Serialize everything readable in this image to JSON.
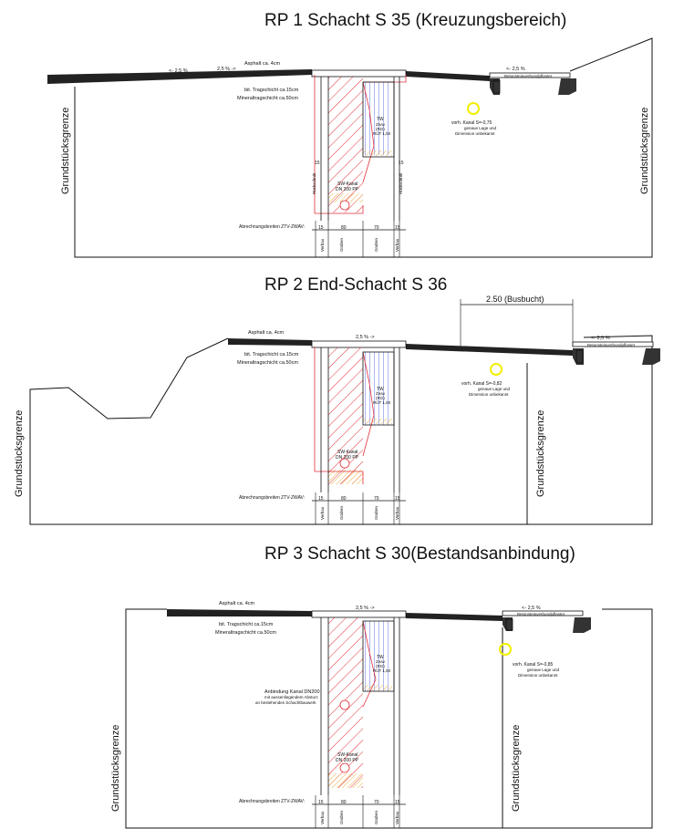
{
  "sections": [
    {
      "title": "RP 1 Schacht  S 35 (Kreuzungsbereich)",
      "asphalt": "Asphalt  ca. 4cm",
      "trag": "bit. Tragschicht  ca.15cm",
      "mineral": "Mineraltragschicht  ca.50cm",
      "slope_left": "<-  2,5 %",
      "slope_mid": "2,5 %  ->",
      "slope_right": "<-  2,5 %",
      "curb": "Betonsteinverbundpflaster",
      "kanal": "vorh. Kanal  S=-0,75",
      "kanal_sub1": "genaue Lage und",
      "kanal_sub2": "Dimension unbekannt",
      "grund_left": "Grundstücksgrenze",
      "grund_right": "Grundstücksgrenze",
      "tw_1": "TW",
      "tw_2": "Zeav",
      "tw_3": "(RG)",
      "tw_4": "RÜT 1,50",
      "sw_1": "SW-Kanal",
      "sw_2": "DN 200 PP",
      "rueck_left": "Rückschnitt",
      "rueck_right": "Rückschnitt",
      "dim_15_left": "15",
      "dim_15_right": "15",
      "abrechnung": "Abrechnungsbreiten  ZTV-ZWAV:",
      "dims": [
        "15",
        "80",
        "70",
        "15"
      ],
      "col_labels": [
        "Verbau",
        "Graben",
        "Graben",
        "Verbau"
      ]
    },
    {
      "title": "RP 2 End-Schacht  S 36",
      "bus": "2.50 (Busbucht)",
      "asphalt": "Asphalt  ca. 4cm",
      "trag": "bit. Tragschicht  ca.15cm",
      "mineral": "Mineraltragschicht  ca.50cm",
      "slope_mid": "2,5 %  ->",
      "slope_right": "<-  2,5 %",
      "curb": "Betonsteinverbundpflaster",
      "kanal": "vorh. Kanal  S=-0,82",
      "kanal_sub1": "genaue Lage und",
      "kanal_sub2": "Dimension unbekannt",
      "grund_left": "Grundstücksgrenze",
      "grund_right": "Grundstücksgrenze",
      "tw_1": "TW",
      "tw_2": "Zeav",
      "tw_3": "(RG)",
      "tw_4": "RÜT 1,50",
      "sw_1": "SW-Kanal",
      "sw_2": "DN 200 PP",
      "abrechnung": "Abrechnungsbreiten  ZTV-ZWAV:",
      "dims": [
        "15",
        "80",
        "70",
        "15"
      ],
      "col_labels": [
        "Verbau",
        "Graben",
        "Graben",
        "Verbau"
      ]
    },
    {
      "title": "RP 3 Schacht  S 30(Bestandsanbindung)",
      "asphalt": "Asphalt  ca. 4cm",
      "trag": "bit. Tragschicht  ca.15cm",
      "mineral": "Mineraltragschicht  ca.50cm",
      "slope_mid": "2,5 %  ->",
      "slope_right": "<-  2,5 %",
      "curb": "Betonsteinverbundpflaster",
      "kanal": "vorh. Kanal  S=-0,85",
      "kanal_sub1": "genaue Lage und",
      "kanal_sub2": "Dimension unbekannt",
      "grund_left": "Grundstücksgrenze",
      "grund_right": "Grundstücksgrenze",
      "tw_1": "TW",
      "tw_2": "Zeav",
      "tw_3": "(RG)",
      "tw_4": "RÜT 1,50",
      "anb_1": "Anbindung Kanal DN200",
      "anb_2": "mit aussenliegendem Absturz",
      "anb_3": "an bestehendes Schachtbauwerk",
      "sw_1": "SW-Kanal",
      "sw_2": "DN 200 PP",
      "abrechnung": "Abrechnungsbreiten  ZTV-ZWAV:",
      "dims": [
        "15",
        "80",
        "70",
        "15"
      ],
      "col_labels": [
        "Verbau",
        "Graben",
        "Graben",
        "Verbau"
      ]
    }
  ],
  "colors": {
    "red": "#e0303a",
    "blue": "#3a4bd8",
    "sand": "#e8b040",
    "pipe_marker": "#f2ee00",
    "road": "#222222"
  }
}
